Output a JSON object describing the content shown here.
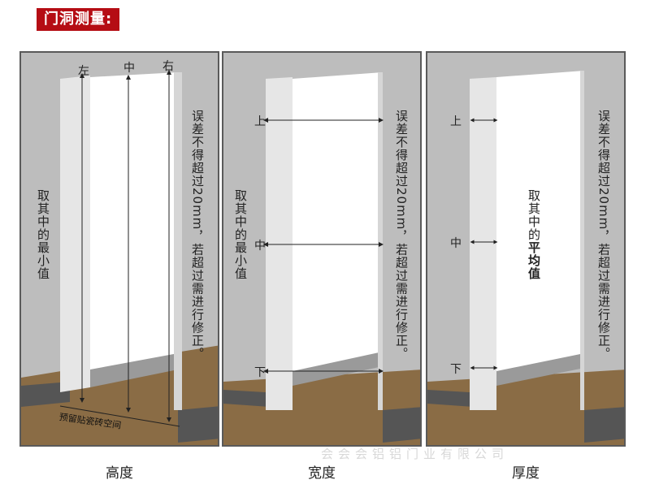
{
  "title": "门洞测量:",
  "panels": [
    {
      "caption": "高度",
      "labels": {
        "left": "左",
        "mid": "中",
        "right": "右"
      },
      "note": "取其中的最小值",
      "error_note": "误差不得超过20mm，若超过需进行修正。",
      "tile_note": "预留贴瓷砖空间"
    },
    {
      "caption": "宽度",
      "labels": {
        "top": "上",
        "mid": "中",
        "bottom": "下"
      },
      "note": "取其中的最小值",
      "error_note": "误差不得超过20mm，若超过需进行修正。"
    },
    {
      "caption": "厚度",
      "labels": {
        "top": "上",
        "mid": "中",
        "bottom": "下"
      },
      "note_plain": "取其中的",
      "note_bold": "平均值",
      "error_note": "误差不得超过20mm，若超过需进行修正。"
    }
  ],
  "colors": {
    "accent": "#b50d14",
    "wall": "#bdbdbd",
    "floor": "#8a6c45",
    "door": "#ffffff"
  },
  "watermark": "会会会铝铝门业有限公司"
}
